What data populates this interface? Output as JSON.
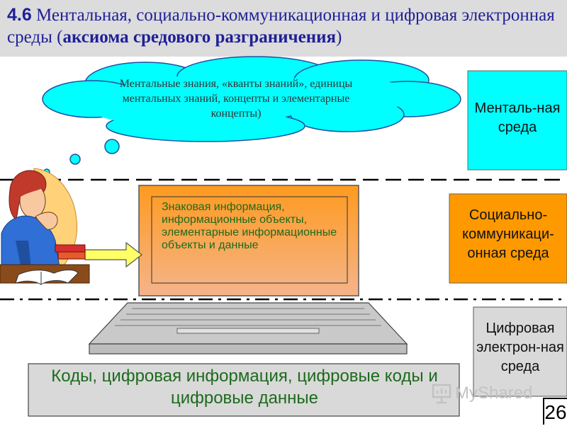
{
  "title": {
    "number": "4.6",
    "main": " Ментальная, социально-коммуникационная и цифровая электронная среды (",
    "axiom": "аксиома средового разграничения",
    "close": ")"
  },
  "cloud": {
    "text": "Ментальные знания, «кванты знаний», единицы ментальных знаний, концепты и элементарные концепты)"
  },
  "screen": {
    "text": "Знаковая информация, информационные объекты, элементарные информационные объекты и данные"
  },
  "codes": {
    "text": "Коды, цифровая информация, цифровые коды и цифровые данные"
  },
  "environments": {
    "mental": "Менталь-ная среда",
    "social": "Социально-коммуникаци-онная среда",
    "digital": "Цифровая электрон-ная среда"
  },
  "colors": {
    "cyan": "#00ffff",
    "orange": "#ff9900",
    "gray": "#d9d9d9",
    "title_text": "#1f1f9a",
    "green_text": "#1d6a1d"
  },
  "watermark": "MyShared",
  "page_number": "26"
}
